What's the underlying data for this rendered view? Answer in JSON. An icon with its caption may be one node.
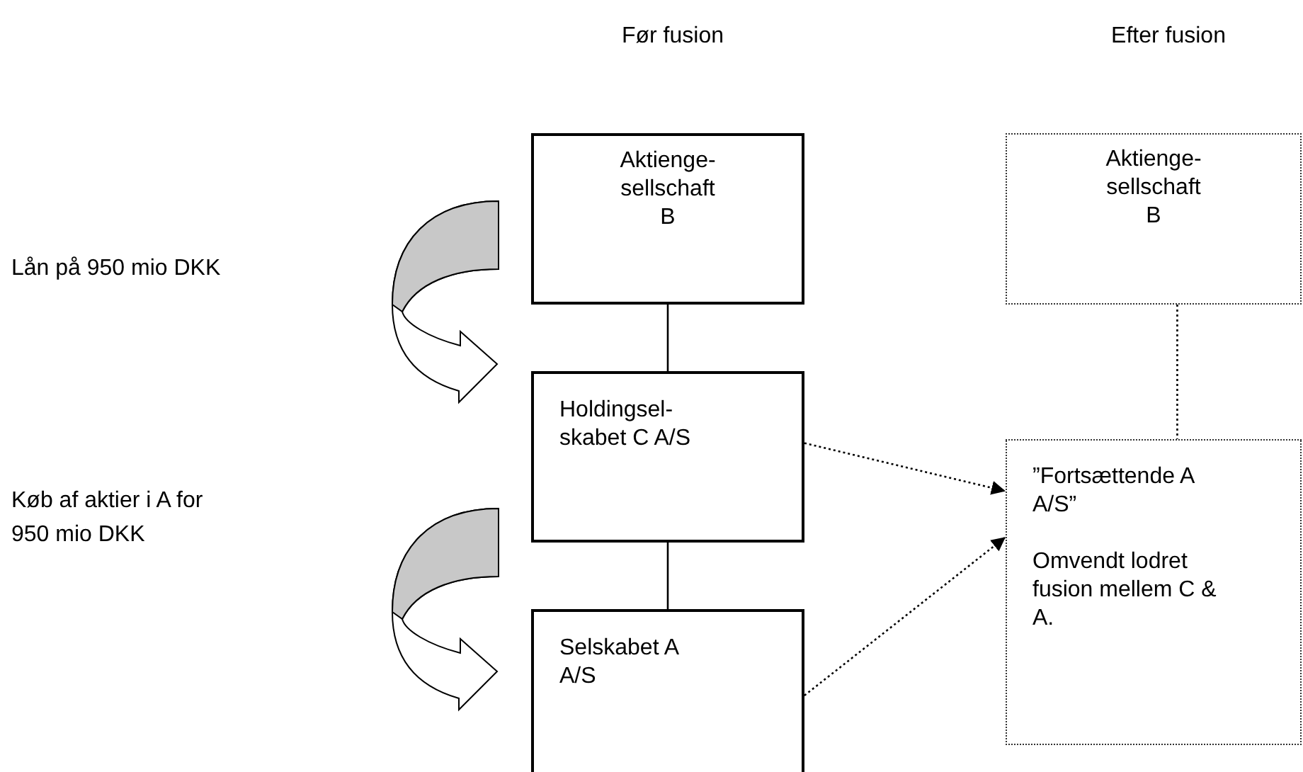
{
  "diagram": {
    "nodes": [
      {
        "text": [
          "Aktienge- sellschaft B"
        ]
      },
      {
        "text": [
          "Holdingsel- skabet C A/S"
        ]
      },
      {
        "text": [
          "Selskabet A A/S"
        ]
      },
      {
        "text": [
          "Aktienge- sellschaft B"
        ]
      },
      {
        "text": [
          "”Fortsættende A A/S”",
          "Omvendt lodret fusion mellem C & A."
        ]
      }
    ],
    "edges": [
      {
        "from": 0,
        "to": 1,
        "arrow": "none"
      },
      {
        "from": 1,
        "to": 2,
        "arrow": "none"
      },
      {
        "from": 3,
        "to": 4,
        "arrow": "none",
        "style": "dashed"
      },
      {
        "from": 1,
        "to": 4,
        "arrow": "to",
        "style": "dashed"
      },
      {
        "from": 2,
        "to": 4,
        "arrow": "to",
        "style": "dashed"
      }
    ],
    "labels": [
      "Før fusion",
      "Efter fusion",
      "Lån på 950 mio DKK",
      "Køb af aktier i A for 950 mio DKK"
    ]
  }
}
